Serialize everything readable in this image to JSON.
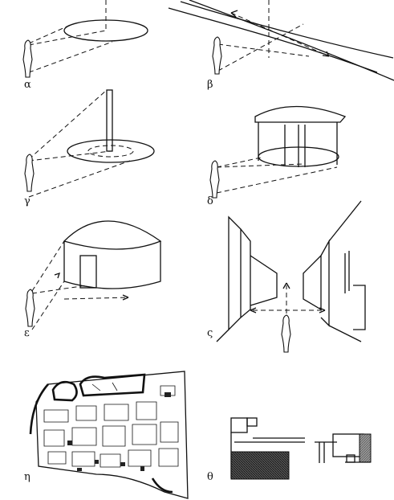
{
  "figure": {
    "panels": [
      {
        "key": "a",
        "label": "α"
      },
      {
        "key": "b",
        "label": "β"
      },
      {
        "key": "g",
        "label": "γ"
      },
      {
        "key": "d",
        "label": "δ"
      },
      {
        "key": "e",
        "label": "ε"
      },
      {
        "key": "z",
        "label": "ς"
      },
      {
        "key": "h",
        "label": "η"
      },
      {
        "key": "t",
        "label": "θ"
      }
    ]
  }
}
